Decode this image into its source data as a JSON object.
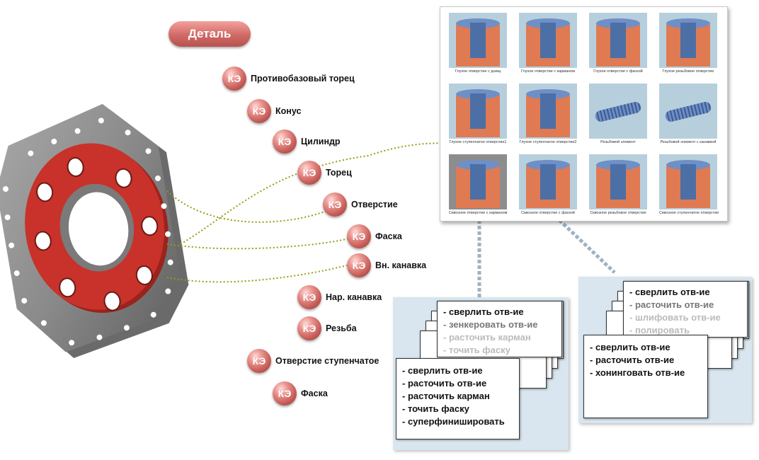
{
  "root": {
    "label": "Деталь"
  },
  "tree": {
    "badge": "КЭ",
    "nodes": [
      {
        "label": "Противобазовый торец"
      },
      {
        "label": "Конус"
      },
      {
        "label": "Цилиндр"
      },
      {
        "label": "Торец"
      },
      {
        "label": "Отверстие"
      },
      {
        "label": "Фаска"
      },
      {
        "label": "Вн. канавка"
      },
      {
        "label": "Нар. канавка"
      },
      {
        "label": "Резьба"
      },
      {
        "label": "Отверстие ступенчатое"
      },
      {
        "label": "Фаска"
      }
    ]
  },
  "gallery": {
    "items": [
      {
        "caption": "Глухое отверстие с днищ"
      },
      {
        "caption": "Глухое отверстие с карманом"
      },
      {
        "caption": "Глухое отверстие с фаской"
      },
      {
        "caption": "Глухое резьбовое отверстие"
      },
      {
        "caption": "Глухое ступенчатое отверстие1"
      },
      {
        "caption": "Глухое ступенчатое отверстие2"
      },
      {
        "caption": "Резьбовой элемент"
      },
      {
        "caption": "Резьбовой элемент с канавкой"
      },
      {
        "caption": "Сквозное отверстие с карманом"
      },
      {
        "caption": "Сквозное отверстие с фаской"
      },
      {
        "caption": "Сквозное резьбовое отверстие"
      },
      {
        "caption": "Сквозное ступенчатое отверстие"
      }
    ]
  },
  "route_cards_1": {
    "back": [
      "- сверлить отв-ие",
      "- зенкеровать отв-ие",
      "- расточить карман",
      "- точить фаску"
    ],
    "front": [
      "- сверлить отв-ие",
      "- расточить отв-ие",
      "- расточить карман",
      "- точить фаску",
      "- суперфинишировать"
    ]
  },
  "route_cards_2": {
    "back": [
      "- сверлить отв-ие",
      "- расточить отв-ие",
      "- шлифовать отв-ие",
      "- полировать"
    ],
    "front": [
      "- сверлить отв-ие",
      "- расточить отв-ие",
      "- хонинговать отв-ие"
    ]
  },
  "colors": {
    "flange_red": "#c8322a",
    "flange_gray": "#8e8e8e",
    "badge": "#c65c57",
    "connector": "#9a9a10"
  }
}
